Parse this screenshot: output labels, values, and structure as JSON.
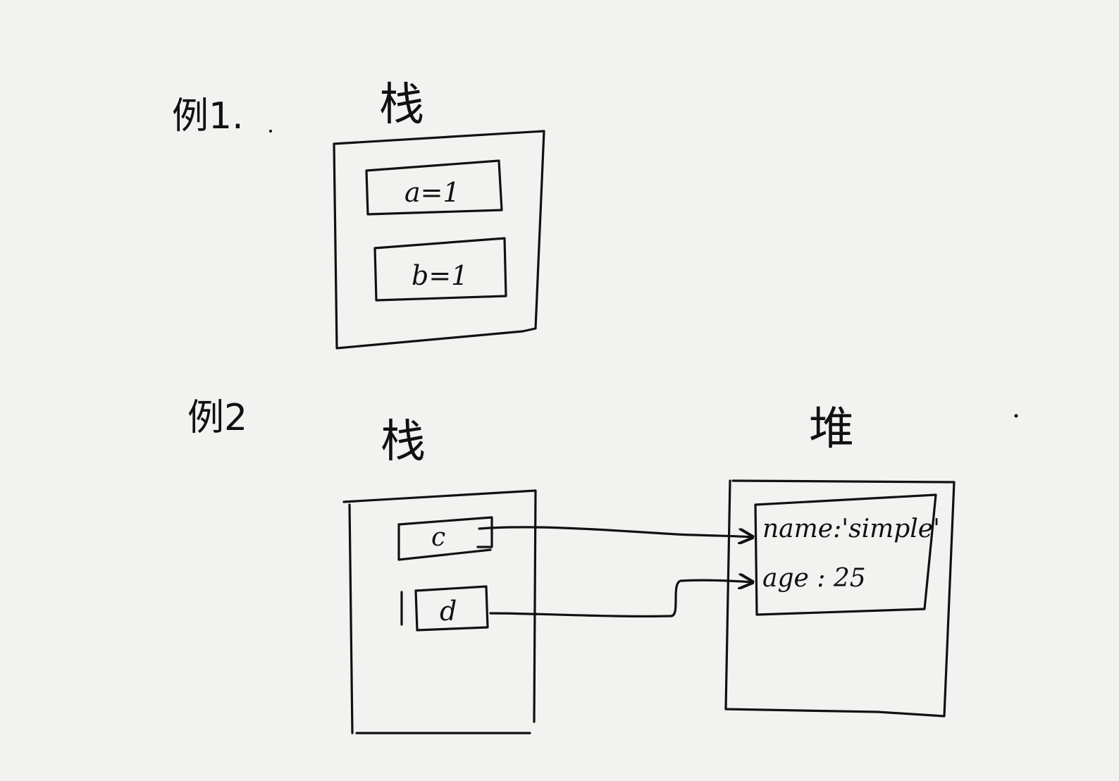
{
  "example1": {
    "label": "例1.",
    "stack": {
      "title": "栈",
      "cells": [
        "a=1",
        "b=1"
      ]
    }
  },
  "example2": {
    "label": "例2",
    "stack": {
      "title": "栈",
      "cells": [
        "c",
        "d"
      ]
    },
    "heap": {
      "title": "堆",
      "object": {
        "fields": [
          "name:'simple'",
          "age : 25"
        ]
      }
    },
    "references": [
      {
        "from": "c",
        "to": "name:'simple'"
      },
      {
        "from": "d",
        "to": "age : 25"
      }
    ]
  },
  "colors": {
    "paper": "#f2f2f1",
    "ink": "#111111"
  }
}
